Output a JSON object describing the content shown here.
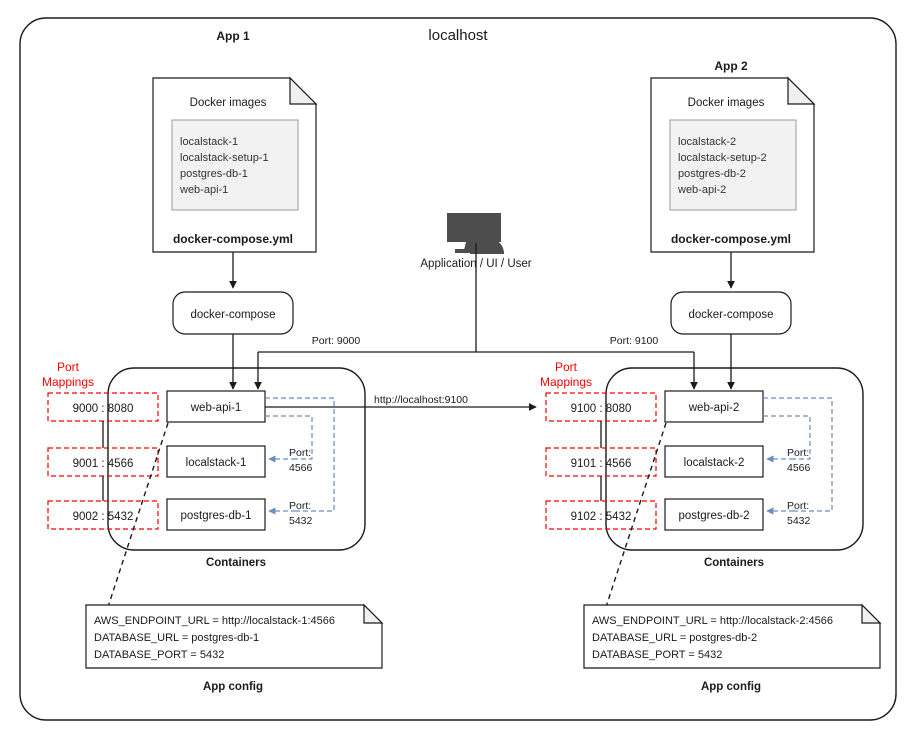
{
  "host": {
    "title": "localhost"
  },
  "user_node": {
    "label": "Application / UI / User",
    "icon": "monitor-user-icon"
  },
  "apps": [
    {
      "key": "app1",
      "header": "App 1",
      "compose_doc": {
        "title": "Docker images",
        "filename": "docker-compose.yml",
        "images": [
          "localstack-1",
          "localstack-setup-1",
          "postgres-db-1",
          "web-api-1"
        ]
      },
      "runner": {
        "label": "docker-compose"
      },
      "edge_port_label": "Port: 9000",
      "port_mappings_title": "Port\nMappings",
      "port_mappings_line1": "Port",
      "port_mappings_line2": "Mappings",
      "port_mappings": [
        "9000 : 8080",
        "9001 : 4566",
        "9002 : 5432"
      ],
      "containers_caption": "Containers",
      "containers": [
        "web-api-1",
        "localstack-1",
        "postgres-db-1"
      ],
      "internal_ports": [
        {
          "line1": "Port:",
          "line2": "4566"
        },
        {
          "line1": "Port:",
          "line2": "5432"
        }
      ],
      "config": {
        "caption": "App config",
        "lines": [
          "AWS_ENDPOINT_URL = http://localstack-1:4566",
          "DATABASE_URL = postgres-db-1",
          "DATABASE_PORT = 5432"
        ]
      }
    },
    {
      "key": "app2",
      "header": "App 2",
      "compose_doc": {
        "title": "Docker images",
        "filename": "docker-compose.yml",
        "images": [
          "localstack-2",
          "localstack-setup-2",
          "postgres-db-2",
          "web-api-2"
        ]
      },
      "runner": {
        "label": "docker-compose"
      },
      "edge_port_label": "Port: 9100",
      "port_mappings_line1": "Port",
      "port_mappings_line2": "Mappings",
      "port_mappings": [
        "9100 : 8080",
        "9101 : 4566",
        "9102 : 5432"
      ],
      "containers_caption": "Containers",
      "containers": [
        "web-api-2",
        "localstack-2",
        "postgres-db-2"
      ],
      "internal_ports": [
        {
          "line1": "Port:",
          "line2": "4566"
        },
        {
          "line1": "Port:",
          "line2": "5432"
        }
      ],
      "config": {
        "caption": "App config",
        "lines": [
          "AWS_ENDPOINT_URL = http://localstack-2:4566",
          "DATABASE_URL = postgres-db-2",
          "DATABASE_PORT = 5432"
        ]
      }
    }
  ],
  "cross_link": {
    "label": "http://localhost:9100"
  },
  "colors": {
    "port_mapping_red": "#ff0000",
    "internal_port_blue": "#6c8ebf",
    "stroke": "#1a1a1a",
    "doc_body_grey": "#f2f2f2",
    "icon_grey": "#4d4d4d",
    "background": "#ffffff"
  }
}
